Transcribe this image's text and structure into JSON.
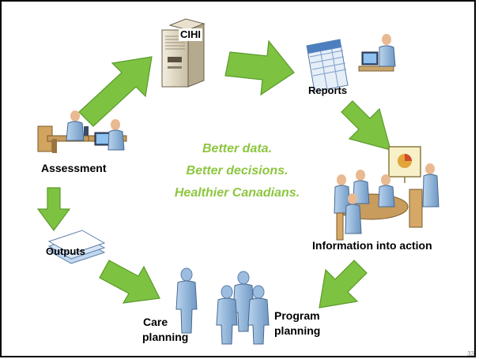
{
  "nodes": {
    "cihi": "CIHI",
    "reports": "Reports",
    "assessment": "Assessment",
    "outputs": "Outputs",
    "information_into_action": "Information into action",
    "care_planning_line1": "Care",
    "care_planning_line2": "planning",
    "program_planning_line1": "Program",
    "program_planning_line2": "planning"
  },
  "slogan": {
    "line1": "Better data.",
    "line2": "Better decisions.",
    "line3": "Healthier Canadians."
  },
  "page_number": "33",
  "colors": {
    "arrow_fill": "#7ec242",
    "arrow_stroke": "#5a9a2a",
    "slogan": "#8dc63f",
    "person": "#8fb4d8"
  }
}
